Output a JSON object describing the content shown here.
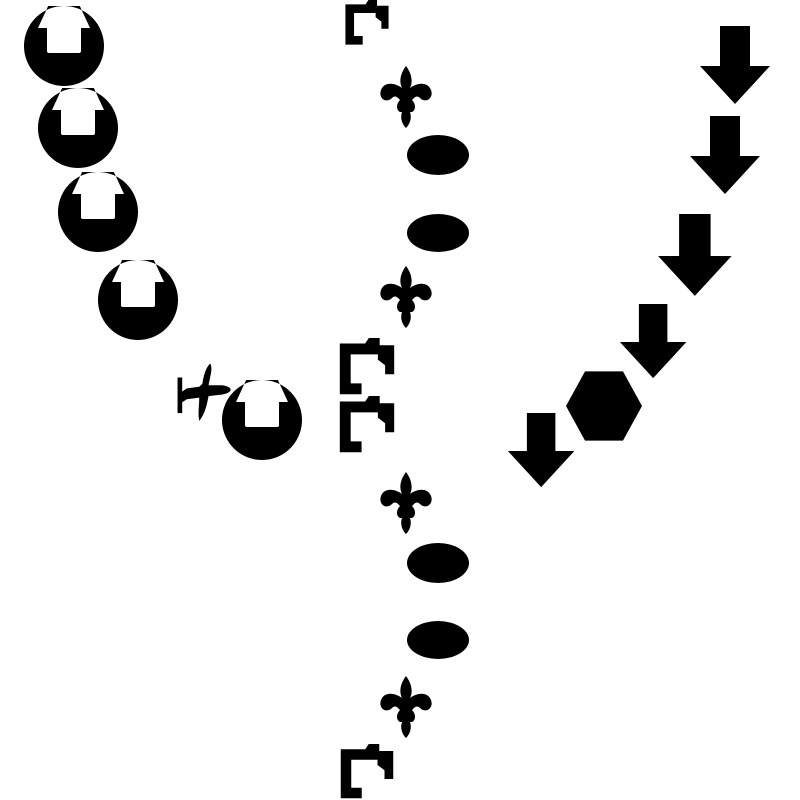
{
  "colors": {
    "background": "#ffffff",
    "ink": "#000000"
  },
  "shape_columns": [
    {
      "name": "left-diagonal",
      "shape": "cup-icon",
      "count": 5,
      "extra": "airplane-icon"
    },
    {
      "name": "center-vertical",
      "shape": "mixed",
      "items": [
        "bracket-icon",
        "fleur-de-lis-icon",
        "ellipse-icon"
      ]
    },
    {
      "name": "right-diagonal",
      "shape": "down-arrow-icon",
      "count": 5,
      "extra": "hexagon-icon"
    }
  ]
}
